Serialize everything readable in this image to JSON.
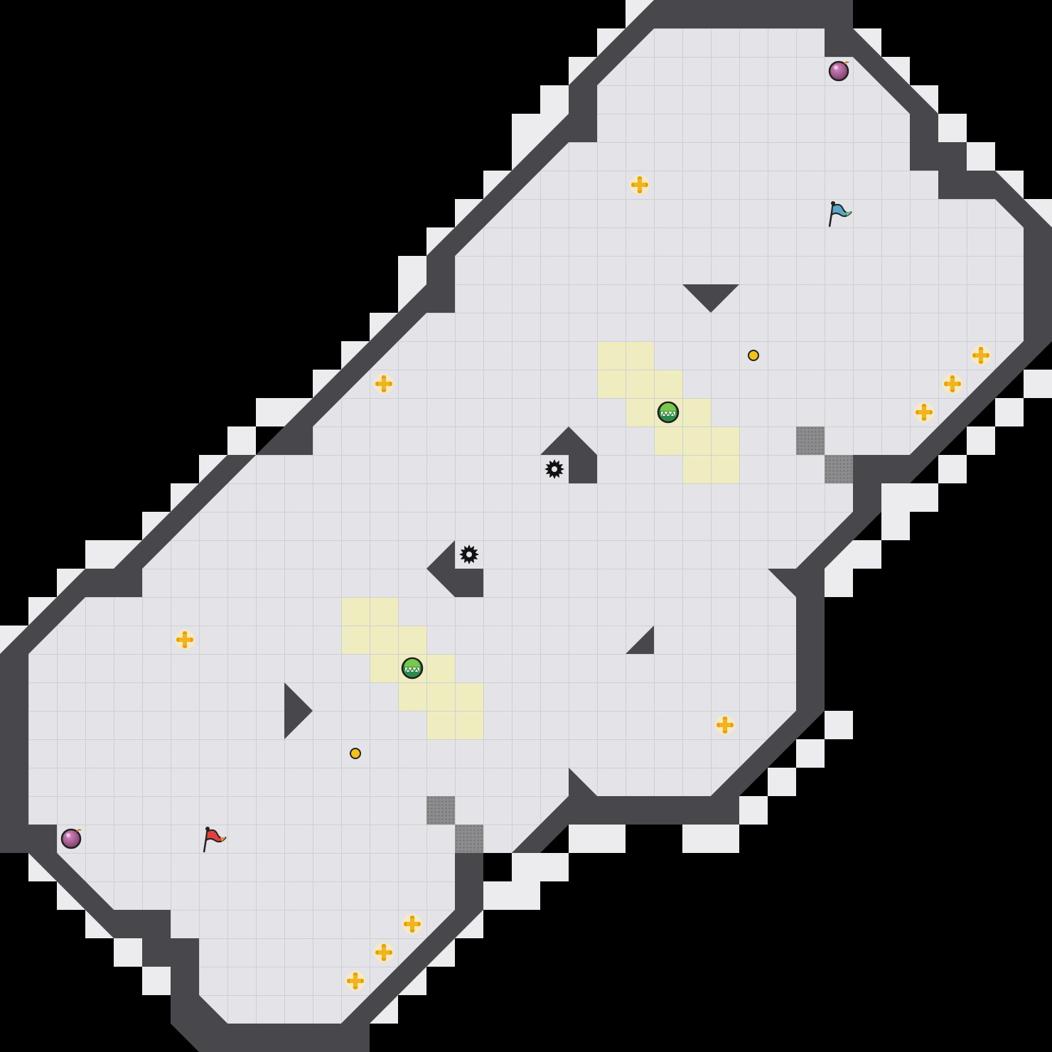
{
  "game": {
    "grid": {
      "cols": 37,
      "rows": 37
    },
    "colors": {
      "background": "#000000",
      "floor": "#e4e4e8",
      "floor_grid": "#cfcfd4",
      "wall": "#48484c",
      "rim": "#ececef",
      "yellow_zone": "#efecbf",
      "metal": "#8c8c8e"
    },
    "walls": [
      {
        "row": 0,
        "from": 23,
        "to": 29
      },
      {
        "row": 1,
        "from": 21,
        "to": 23
      },
      {
        "row": 1,
        "from": 29,
        "to": 30
      },
      {
        "row": 2,
        "from": 20,
        "to": 21
      },
      {
        "row": 2,
        "from": 30,
        "to": 31
      },
      {
        "row": 3,
        "from": 20,
        "to": 21
      },
      {
        "row": 3,
        "from": 31,
        "to": 32
      },
      {
        "row": 4,
        "from": 20,
        "to": 21
      },
      {
        "row": 4,
        "from": 32,
        "to": 33
      },
      {
        "row": 5,
        "from": 19,
        "to": 21
      },
      {
        "row": 5,
        "from": 32,
        "to": 34
      },
      {
        "row": 6,
        "from": 18,
        "to": 19
      },
      {
        "row": 6,
        "from": 33,
        "to": 35
      },
      {
        "row": 7,
        "from": 17,
        "to": 18
      },
      {
        "row": 7,
        "from": 35,
        "to": 36
      },
      {
        "row": 8,
        "from": 16,
        "to": 17
      },
      {
        "row": 8,
        "from": 36,
        "to": 37
      },
      {
        "row": 9,
        "from": 15,
        "to": 16
      },
      {
        "row": 9,
        "from": 36,
        "to": 37
      },
      {
        "row": 10,
        "from": 15,
        "to": 16
      },
      {
        "row": 10,
        "from": 36,
        "to": 37
      },
      {
        "row": 11,
        "from": 14,
        "to": 16
      },
      {
        "row": 11,
        "from": 36,
        "to": 37
      },
      {
        "row": 12,
        "from": 13,
        "to": 14
      },
      {
        "row": 12,
        "from": 35,
        "to": 36
      },
      {
        "row": 13,
        "from": 12,
        "to": 13
      },
      {
        "row": 13,
        "from": 34,
        "to": 35
      },
      {
        "row": 14,
        "from": 11,
        "to": 12
      },
      {
        "row": 14,
        "from": 33,
        "to": 34
      },
      {
        "row": 15,
        "from": 9,
        "to": 11
      },
      {
        "row": 15,
        "from": 32,
        "to": 33
      },
      {
        "row": 16,
        "from": 8,
        "to": 9
      },
      {
        "row": 16,
        "from": 30,
        "to": 32
      },
      {
        "row": 17,
        "from": 7,
        "to": 8
      },
      {
        "row": 17,
        "from": 30,
        "to": 31
      },
      {
        "row": 18,
        "from": 6,
        "to": 7
      },
      {
        "row": 18,
        "from": 29,
        "to": 30
      },
      {
        "row": 19,
        "from": 5,
        "to": 6
      },
      {
        "row": 19,
        "from": 28,
        "to": 29
      },
      {
        "row": 20,
        "from": 3,
        "to": 5
      },
      {
        "row": 20,
        "from": 27,
        "to": 29
      },
      {
        "row": 21,
        "from": 2,
        "to": 3
      },
      {
        "row": 21,
        "from": 28,
        "to": 29
      },
      {
        "row": 22,
        "from": 1,
        "to": 2
      },
      {
        "row": 22,
        "from": 28,
        "to": 29
      },
      {
        "row": 23,
        "from": 0,
        "to": 1
      },
      {
        "row": 23,
        "from": 28,
        "to": 29
      },
      {
        "row": 24,
        "from": 0,
        "to": 1
      },
      {
        "row": 24,
        "from": 28,
        "to": 29
      },
      {
        "row": 25,
        "from": 0,
        "to": 1
      },
      {
        "row": 25,
        "from": 27,
        "to": 28
      },
      {
        "row": 26,
        "from": 0,
        "to": 1
      },
      {
        "row": 26,
        "from": 26,
        "to": 28
      },
      {
        "row": 27,
        "from": 0,
        "to": 1
      },
      {
        "row": 27,
        "from": 20,
        "to": 21
      },
      {
        "row": 27,
        "from": 25,
        "to": 26
      },
      {
        "row": 28,
        "from": 0,
        "to": 1
      },
      {
        "row": 28,
        "from": 20,
        "to": 25
      },
      {
        "row": 29,
        "from": 0,
        "to": 2
      },
      {
        "row": 29,
        "from": 18,
        "to": 20
      },
      {
        "row": 30,
        "from": 1,
        "to": 2
      },
      {
        "row": 30,
        "from": 16,
        "to": 18
      },
      {
        "row": 31,
        "from": 2,
        "to": 3
      },
      {
        "row": 31,
        "from": 16,
        "to": 17
      },
      {
        "row": 32,
        "from": 3,
        "to": 6
      },
      {
        "row": 32,
        "from": 15,
        "to": 16
      },
      {
        "row": 33,
        "from": 5,
        "to": 7
      },
      {
        "row": 33,
        "from": 14,
        "to": 15
      },
      {
        "row": 34,
        "from": 6,
        "to": 7
      },
      {
        "row": 34,
        "from": 13,
        "to": 14
      },
      {
        "row": 35,
        "from": 6,
        "to": 8
      },
      {
        "row": 35,
        "from": 12,
        "to": 13
      },
      {
        "row": 36,
        "from": 8,
        "to": 12
      }
    ],
    "inner_walls": [
      {
        "row": 15,
        "col": 20
      },
      {
        "row": 16,
        "col": 20
      },
      {
        "row": 15,
        "col": 19
      },
      {
        "row": 20,
        "col": 15
      },
      {
        "row": 20,
        "col": 16
      },
      {
        "row": 19,
        "col": 15
      },
      {
        "row": 22,
        "col": 22
      }
    ],
    "triangles": [
      {
        "name": "triangle-obstacle-down",
        "row": 10,
        "col": 24,
        "dir": "down"
      },
      {
        "name": "triangle-obstacle-right",
        "row": 24,
        "col": 10,
        "dir": "right"
      }
    ],
    "yellow_zones": [
      [
        12,
        21
      ],
      [
        12,
        22
      ],
      [
        13,
        21
      ],
      [
        13,
        22
      ],
      [
        13,
        23
      ],
      [
        14,
        22
      ],
      [
        14,
        23
      ],
      [
        14,
        24
      ],
      [
        15,
        23
      ],
      [
        15,
        24
      ],
      [
        15,
        25
      ],
      [
        16,
        24
      ],
      [
        16,
        25
      ],
      [
        21,
        12
      ],
      [
        21,
        13
      ],
      [
        22,
        12
      ],
      [
        22,
        13
      ],
      [
        22,
        14
      ],
      [
        23,
        13
      ],
      [
        23,
        14
      ],
      [
        23,
        15
      ],
      [
        24,
        14
      ],
      [
        24,
        15
      ],
      [
        24,
        16
      ],
      [
        25,
        15
      ],
      [
        25,
        16
      ]
    ],
    "metal_blocks": [
      [
        15,
        28
      ],
      [
        16,
        29
      ],
      [
        28,
        15
      ],
      [
        29,
        16
      ]
    ],
    "entities": [
      {
        "name": "bomb-icon",
        "row": 2,
        "col": 29
      },
      {
        "name": "bomb-icon",
        "row": 29,
        "col": 2
      },
      {
        "name": "blue-flag-icon",
        "row": 7,
        "col": 29
      },
      {
        "name": "red-flag-icon",
        "row": 29,
        "col": 7
      },
      {
        "name": "green-ball-icon",
        "row": 14,
        "col": 23
      },
      {
        "name": "green-ball-icon",
        "row": 23,
        "col": 14
      },
      {
        "name": "coin-icon",
        "row": 12,
        "col": 26
      },
      {
        "name": "coin-icon",
        "row": 26,
        "col": 12
      },
      {
        "name": "spike-gear-icon",
        "row": 16,
        "col": 19
      },
      {
        "name": "spike-gear-icon",
        "row": 19,
        "col": 16
      },
      {
        "name": "boost-cross-icon",
        "row": 6,
        "col": 22
      },
      {
        "name": "boost-cross-icon",
        "row": 13,
        "col": 13
      },
      {
        "name": "boost-cross-icon",
        "row": 12,
        "col": 34
      },
      {
        "name": "boost-cross-icon",
        "row": 13,
        "col": 33
      },
      {
        "name": "boost-cross-icon",
        "row": 14,
        "col": 32
      },
      {
        "name": "boost-cross-icon",
        "row": 22,
        "col": 6
      },
      {
        "name": "boost-cross-icon",
        "row": 25,
        "col": 25
      },
      {
        "name": "boost-cross-icon",
        "row": 32,
        "col": 14
      },
      {
        "name": "boost-cross-icon",
        "row": 33,
        "col": 13
      },
      {
        "name": "boost-cross-icon",
        "row": 34,
        "col": 12
      }
    ]
  }
}
